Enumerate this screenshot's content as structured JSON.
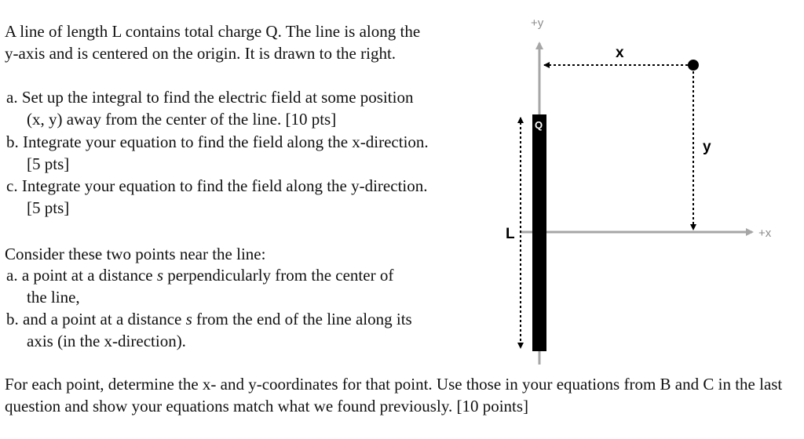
{
  "problem": {
    "intro_line1": "A line of length L contains total charge Q. The line is along the",
    "intro_line2": "y-axis and is centered on the origin. It is drawn to the right.",
    "parts": [
      {
        "line1": "a. Set up the integral to find the electric field at some position",
        "line2": "(x, y) away from the center of the line. [10 pts]"
      },
      {
        "line1": "b. Integrate your equation to find the field along the x-direction.",
        "line2": "[5 pts]"
      },
      {
        "line1": "c. Integrate your equation to find the field along the y-direction.",
        "line2": "[5 pts]"
      }
    ],
    "consider": "Consider these two points near the line:",
    "points": [
      {
        "line1_pre": "a. a point at a distance ",
        "var": "s",
        "line1_post": " perpendicularly from the center of",
        "line2": "the line,"
      },
      {
        "line1_pre": "b. and a point at a distance ",
        "var": "s",
        "line1_post": " from the end of the line along its",
        "line2": "axis (in the x-direction)."
      }
    ],
    "final": "For each point, determine the x- and y-coordinates for that point. Use those in your equations from B and C in the last question and show your equations match what we found previously. [10 points]"
  },
  "diagram": {
    "y_axis_label": "+y",
    "x_axis_label": "+x",
    "charge_label": "Q",
    "length_label": "L",
    "x_distance_label": "x",
    "y_distance_label": "y",
    "colors": {
      "axis": "#a6a6a6",
      "rod": "#000000",
      "point": "#000000",
      "label_gray": "#8c8c8c"
    }
  }
}
